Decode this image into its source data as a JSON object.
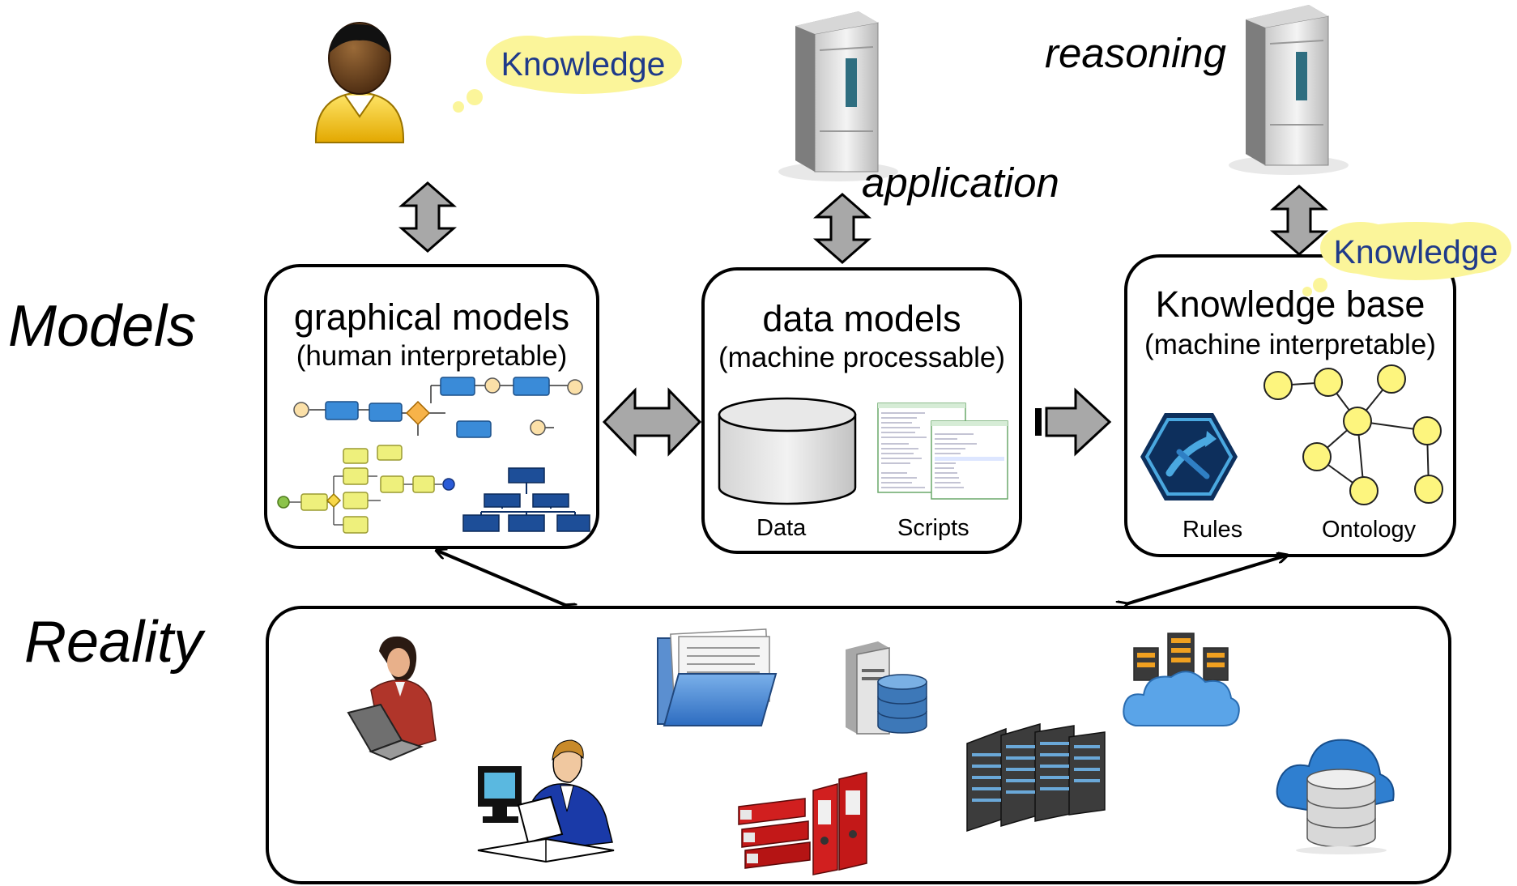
{
  "row_labels": {
    "models": "Models",
    "reality": "Reality"
  },
  "floating_labels": {
    "reasoning": "reasoning",
    "application": "application"
  },
  "bubbles": {
    "human_knowledge": "Knowledge",
    "kb_knowledge": "Knowledge"
  },
  "boxes": {
    "graphical": {
      "title": "graphical models",
      "subtitle": "(human interpretable)"
    },
    "data": {
      "title": "data models",
      "subtitle": "(machine processable)",
      "captions": [
        "Data",
        "Scripts"
      ]
    },
    "knowledge": {
      "title": "Knowledge base",
      "subtitle": "(machine interpretable)",
      "captions": [
        "Rules",
        "Ontology"
      ]
    }
  },
  "icons": [
    "person-icon",
    "server-icon",
    "server-icon",
    "database-cylinder-icon",
    "script-document-icon",
    "rules-hexagon-icon",
    "ontology-graph-icon",
    "process-flow-icon",
    "org-chart-icon",
    "woman-laptop-icon",
    "man-reading-icon",
    "folder-icon",
    "binders-icon",
    "server-database-icon",
    "server-rack-icon",
    "cloud-server-icon",
    "cloud-database-icon"
  ],
  "colors": {
    "bubble_fill": "#fbf59a",
    "bubble_text": "#1f3a8a",
    "node_fill": "#fdf57e",
    "arrow_fill": "#a8a8a8",
    "box_border": "#000000"
  }
}
